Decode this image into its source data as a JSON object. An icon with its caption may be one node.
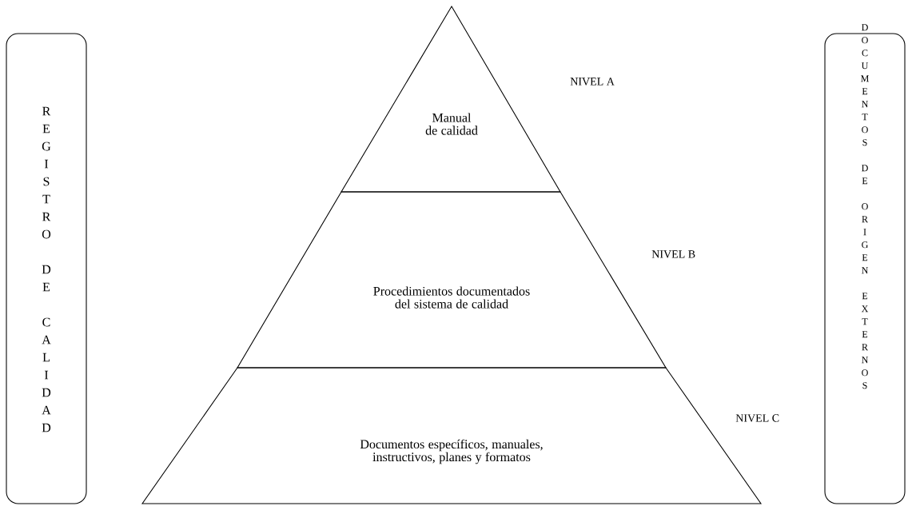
{
  "diagram": {
    "nodes": [
      {
        "text": [
          "REGISTRO DE CALIDAD"
        ]
      },
      {
        "text": [
          "Manual de calidad"
        ],
        "beside": [
          "NIVEL A"
        ]
      },
      {
        "text": [
          "Procedimientos documentados del sistema de calidad"
        ],
        "beside": [
          "NIVEL B"
        ]
      },
      {
        "text": [
          "Documentos específicos, manuales, instructivos, planes y formatos"
        ],
        "beside": [
          "NIVEL C"
        ]
      },
      {
        "text": [
          "DOCUMENTOS DE ORIGEN EXTERNOS"
        ]
      }
    ],
    "edges": []
  }
}
